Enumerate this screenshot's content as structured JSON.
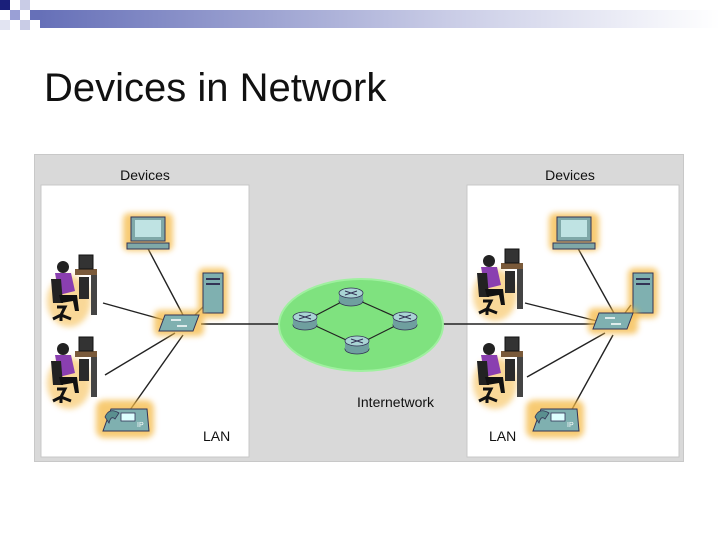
{
  "slide": {
    "title": "Devices in Network"
  },
  "diagram": {
    "left_group": {
      "header": "Devices",
      "lan_label": "LAN"
    },
    "right_group": {
      "header": "Devices",
      "lan_label": "LAN"
    },
    "cloud_label": "Internetwork",
    "colors": {
      "cloud": "#7fe27f",
      "frame": "#d9d9d9",
      "panel": "#ffffff",
      "glow": "#f5b945",
      "link": "#222222"
    }
  }
}
